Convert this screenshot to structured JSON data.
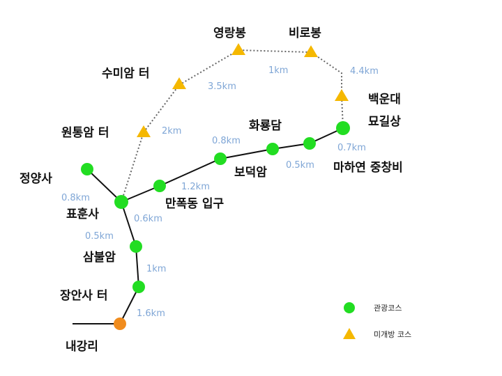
{
  "colors": {
    "open_node": "#22dd22",
    "closed_node": "#f5b800",
    "start_node": "#f08c1e",
    "route": "#111111",
    "closed_route": "#666666",
    "distance_text": "#7fa6d6"
  },
  "places": {
    "jeongyangsa": "정양사",
    "pyohunsa": "표훈사",
    "sambulam": "삼불암",
    "janganssa_site": "장안사 터",
    "naegangri": "내강리",
    "manpokdong": "만폭동 입구",
    "bodeokam": "보덕암",
    "hwaryongdam": "화룡담",
    "mahayeon": "마하연 중창비",
    "baegundae": "백운대",
    "myogilsang": "묘길상",
    "wontongam": "원통암 터",
    "sumiam": "수미암 터",
    "yeongrangbong": "영랑봉",
    "birobong": "비로봉"
  },
  "distances": {
    "naegangri_janganssa": "1.6km",
    "janganssa_sambulam": "1km",
    "sambulam_pyohunsa": "0.5km",
    "jeongyangsa_pyohunsa": "0.8km",
    "pyohunsa_manpokdong": "0.6km",
    "manpokdong_bodeokam": "1.2km",
    "bodeokam_hwaryongdam": "0.8km",
    "hwaryongdam_node": "0.5km",
    "node_myogilsang": "0.7km",
    "pyohunsa_sumiam": "2km",
    "sumiam_yeongrangbong": "3.5km",
    "yeongrangbong_birobong": "1km",
    "birobong_baegundae": "4.4km"
  },
  "legend": {
    "open_label": "관광코스",
    "closed_label": "미개방 코스"
  }
}
